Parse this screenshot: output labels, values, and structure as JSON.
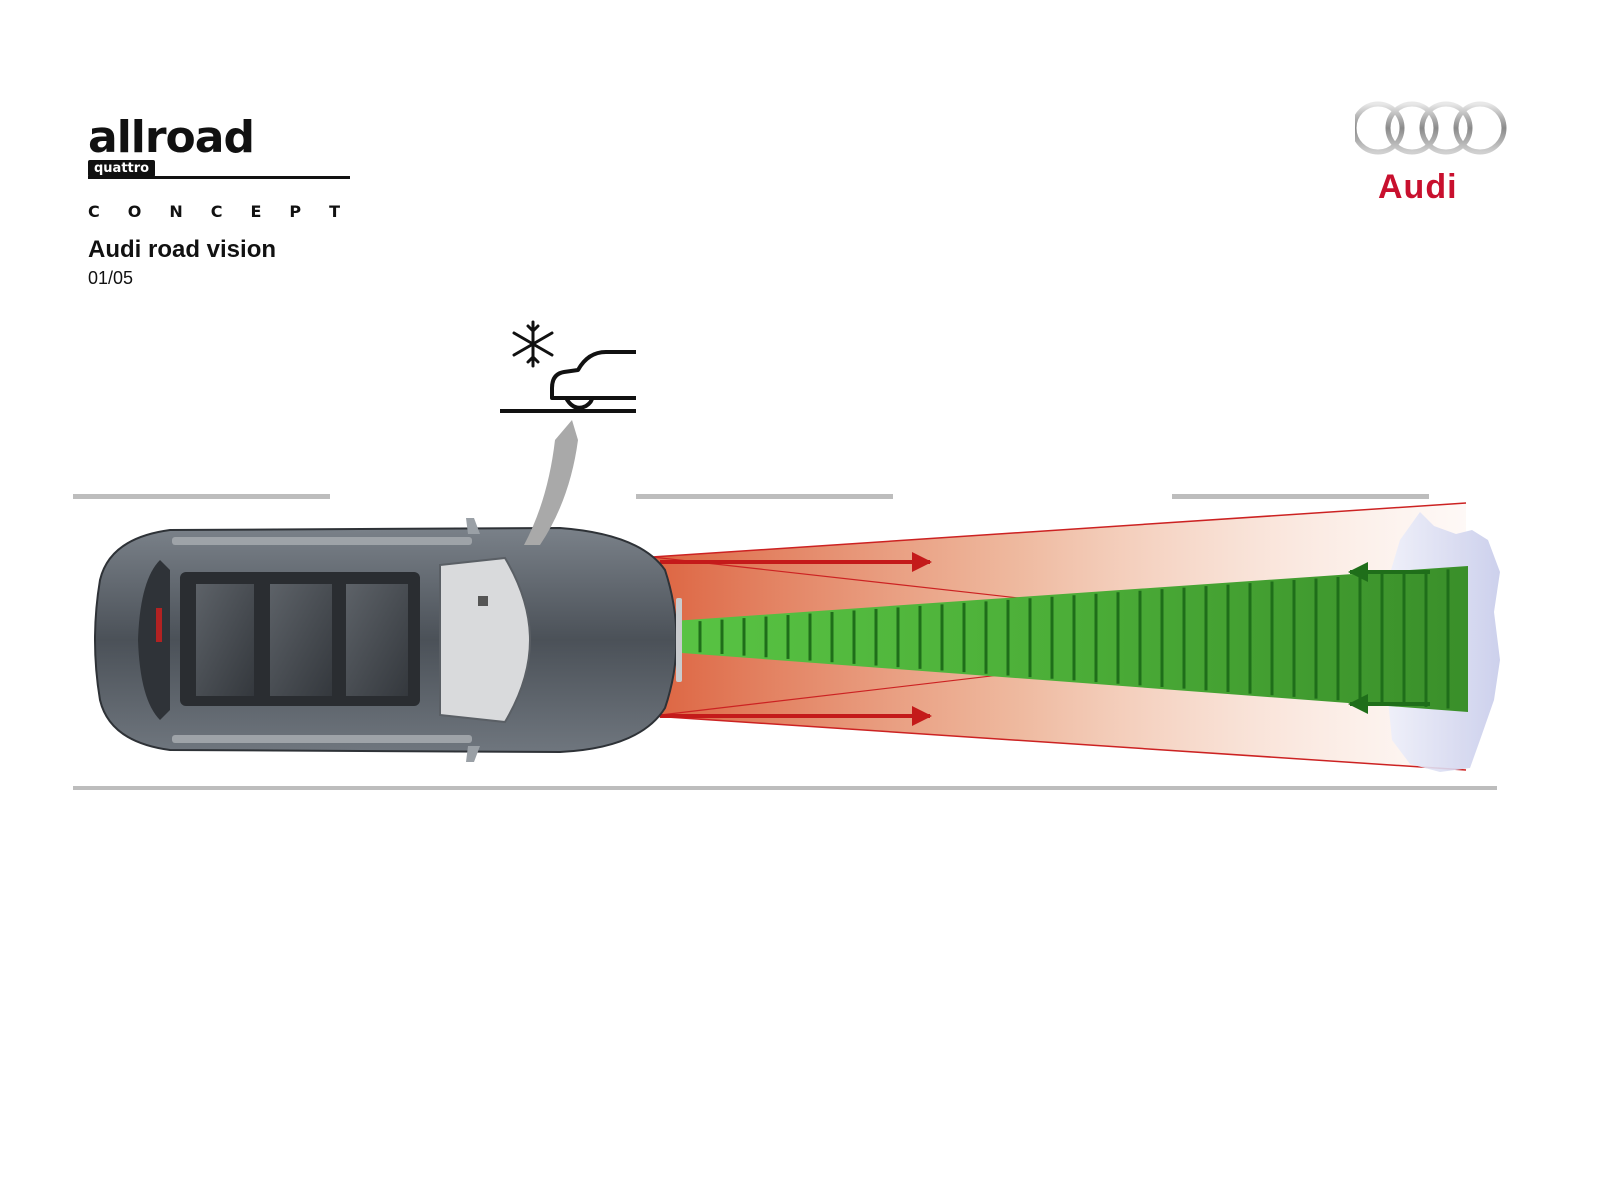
{
  "header": {
    "brand_main": "allroad",
    "brand_sub": "quattro",
    "brand_concept": "CONCEPT",
    "title": "Audi road vision",
    "page": "01/05"
  },
  "audi": {
    "wordmark": "Audi",
    "color": "#c8102e"
  },
  "icons": {
    "condition": "ice-road-warning-icon"
  },
  "colors": {
    "radar_red": "#d21f1f",
    "green_beam": "#3fa535",
    "green_dark": "#1f6e1a",
    "lane_gray": "#bdbdbd",
    "car_body": "#4b5158"
  }
}
